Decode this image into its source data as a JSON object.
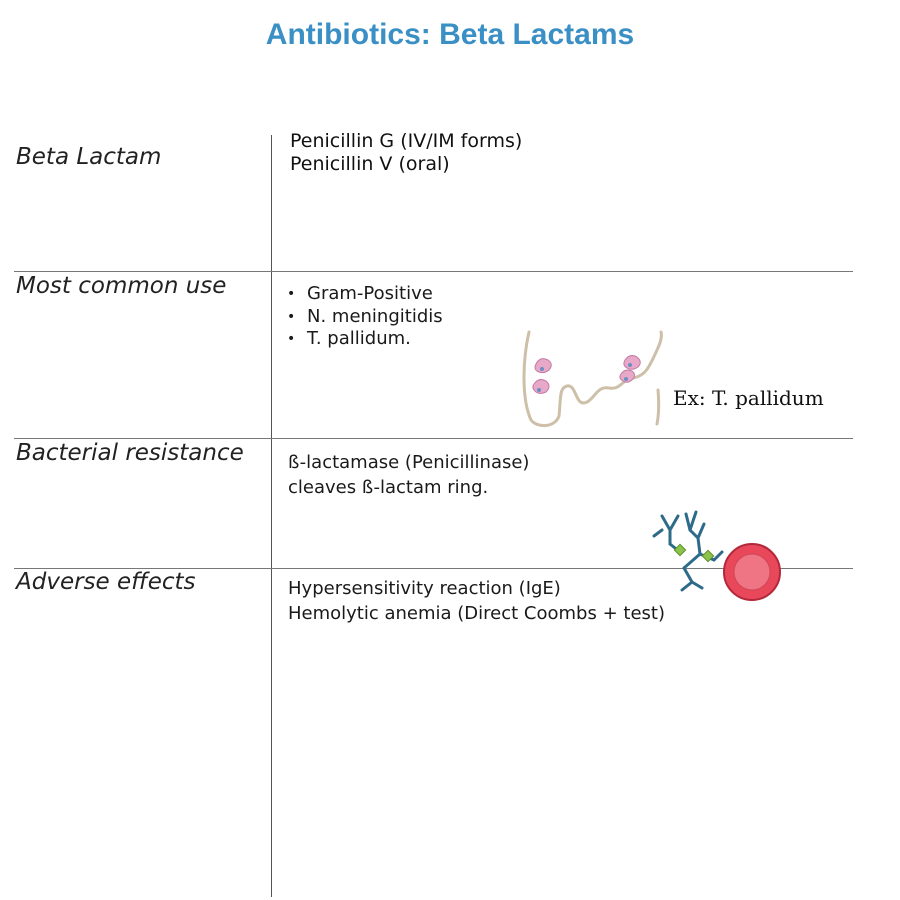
{
  "title": "Antibiotics: Beta Lactams",
  "rows": {
    "beta_lactam": {
      "label": "Beta Lactam",
      "lines": [
        "Penicillin G (IV/IM forms)",
        "Penicillin V (oral)"
      ]
    },
    "common_use": {
      "label": "Most common use",
      "bullets": [
        "Gram-Positive",
        "N. meningitidis",
        "T. pallidum."
      ],
      "caption": "Ex: T. pallidum"
    },
    "resistance": {
      "label": "Bacterial resistance",
      "lines": [
        "ß-lactamase (Penicillinase)",
        "cleaves ß-lactam ring."
      ]
    },
    "adverse": {
      "label": "Adverse effects",
      "lines": [
        "Hypersensitivity reaction (IgE)",
        "Hemolytic anemia (Direct Coombs + test)"
      ]
    }
  },
  "icons": {
    "bacteria_illustration": "treponema-pallidum-icon",
    "antibody_illustration": "antibody-red-blood-cell-icon"
  },
  "colors": {
    "title": "#3a8fc4",
    "bacteria_body": "#cdbfa8",
    "bacteria_spot": "#e8a8c8",
    "antibody": "#2e6b8a",
    "antigen": "#8bc34a",
    "rbc": "#e8485a"
  }
}
